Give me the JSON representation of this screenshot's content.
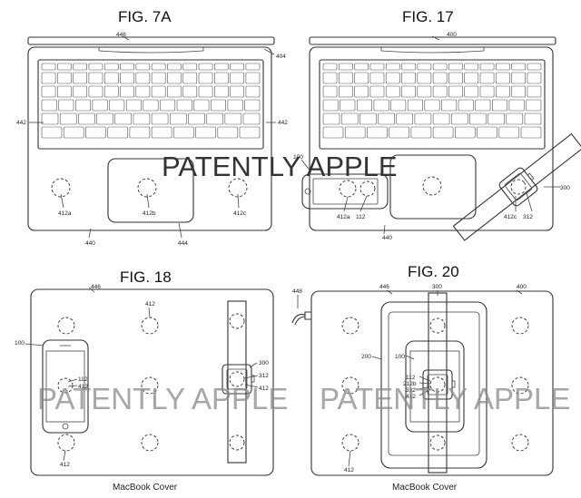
{
  "figures": {
    "fig7a": {
      "title": "FIG. 7A",
      "labels": {
        "top": "446",
        "hinge": "404",
        "keys_left": "442",
        "keys_right": "442",
        "coil_a": "412a",
        "coil_b": "412b",
        "coil_c": "412c",
        "base": "440",
        "trackpad": "444"
      }
    },
    "fig17": {
      "title": "FIG. 17",
      "labels": {
        "top": "400",
        "phone": "100",
        "coil_a": "412a",
        "phone_coil": "112",
        "coil_c": "412c",
        "watch_coil": "312",
        "watch": "300",
        "base": "440"
      }
    },
    "fig18": {
      "title": "FIG. 18",
      "labels": {
        "cover": "446",
        "coil_top": "412",
        "phone": "100",
        "phone_coil_1": "112",
        "phone_coil_2": "412",
        "coil_bottom": "412",
        "watch": "300",
        "watch_coil": "312",
        "watch_412": "412"
      },
      "caption": "MacBook Cover"
    },
    "fig20": {
      "title": "FIG. 20",
      "labels": {
        "cable": "448",
        "cover": "446",
        "watch": "300",
        "laptop": "400",
        "tray": "200",
        "phone": "100",
        "coil_112": "112",
        "coil_212b": "212b",
        "coil_312": "312",
        "coil_412_inner": "412",
        "coil_bottom": "412"
      },
      "caption": "MacBook Cover"
    }
  },
  "watermark": "PATENTLY APPLE"
}
